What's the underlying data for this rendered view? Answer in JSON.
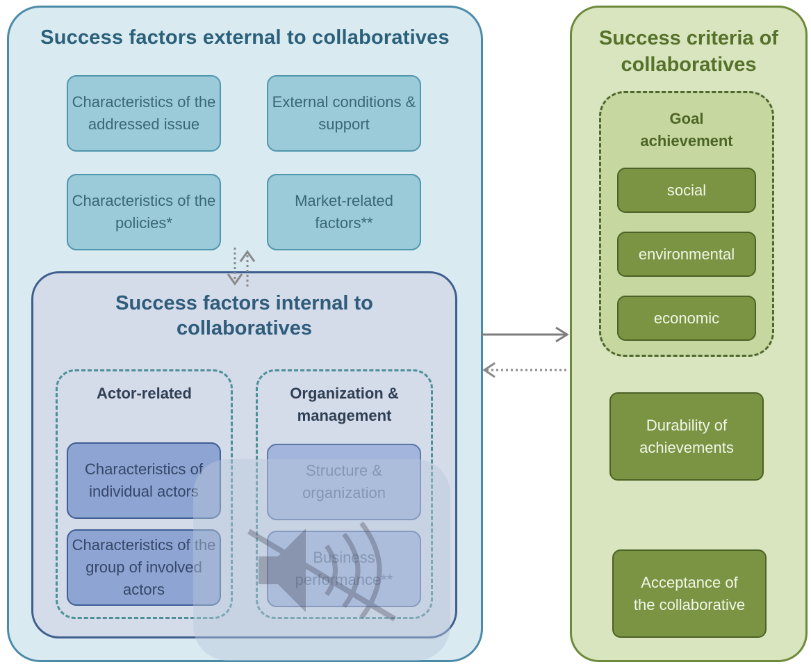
{
  "external": {
    "title": "Success factors external to collaboratives",
    "boxes": [
      "Characteristics of the addressed issue",
      "External conditions & support",
      "Characteristics of the policies*",
      "Market-related factors**"
    ]
  },
  "internal": {
    "title": "Success factors internal to collaboratives",
    "groups": [
      {
        "heading": "Actor-related",
        "boxes": [
          "Characteristics of individual actors",
          "Characteristics of the group of involved actors"
        ]
      },
      {
        "heading": "Organization & management",
        "boxes": [
          "Structure & organization",
          "Business performance**"
        ]
      }
    ]
  },
  "criteria": {
    "title": "Success criteria of collaboratives",
    "goal": {
      "heading": "Goal achievement",
      "items": [
        "social",
        "environmental",
        "economic"
      ]
    },
    "boxes": [
      "Durability of achievements",
      "Acceptance of the collaborative"
    ]
  },
  "overlay_icon": "muted-speaker-icon",
  "colors": {
    "external_panel": "#daeaf1",
    "external_box": "#9bcbd9",
    "internal_panel": "#d4dbe9",
    "internal_box": "#8ea4d2",
    "criteria_panel": "#d9e5bf",
    "criteria_box": "#7a9443"
  }
}
